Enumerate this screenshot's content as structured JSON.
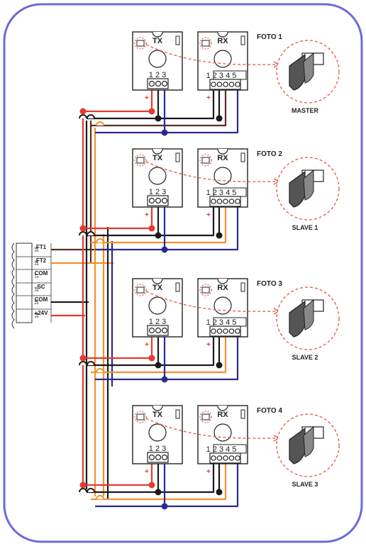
{
  "colors": {
    "frame": "#6b6bd9",
    "red": "#e53a31",
    "black": "#1a1a1a",
    "brown": "#5a2e1e",
    "blue": "#2b2b8f",
    "orange": "#f0922e",
    "dashed": "#e05a45"
  },
  "terminal": {
    "labels": [
      "FT1",
      "FT2",
      "COM",
      "SC",
      "COM",
      "+24V"
    ],
    "numbers": [
      "19",
      "18",
      "17",
      "16",
      "15",
      "14"
    ]
  },
  "units": [
    {
      "foto": "FOTO 1",
      "tx": "TX",
      "rx": "RX",
      "tx_pins": "1 2 3",
      "rx_pins": "1 2 3 4 5",
      "role": "MASTER",
      "plus_tx": "+",
      "plus_rx": "+"
    },
    {
      "foto": "FOTO 2",
      "tx": "TX",
      "rx": "RX",
      "tx_pins": "1 2 3",
      "rx_pins": "1 2 3 4 5",
      "role": "SLAVE 1",
      "plus_tx": "+",
      "plus_rx": "+"
    },
    {
      "foto": "FOTO 3",
      "tx": "TX",
      "rx": "RX",
      "tx_pins": "1 2 3",
      "rx_pins": "1 2 3 4 5",
      "role": "SLAVE 2",
      "plus_tx": "+",
      "plus_rx": "+"
    },
    {
      "foto": "FOTO 4",
      "tx": "TX",
      "rx": "RX",
      "tx_pins": "1 2 3",
      "rx_pins": "1 2 3 4 5",
      "role": "SLAVE 3",
      "plus_tx": "+",
      "plus_rx": "+"
    }
  ]
}
